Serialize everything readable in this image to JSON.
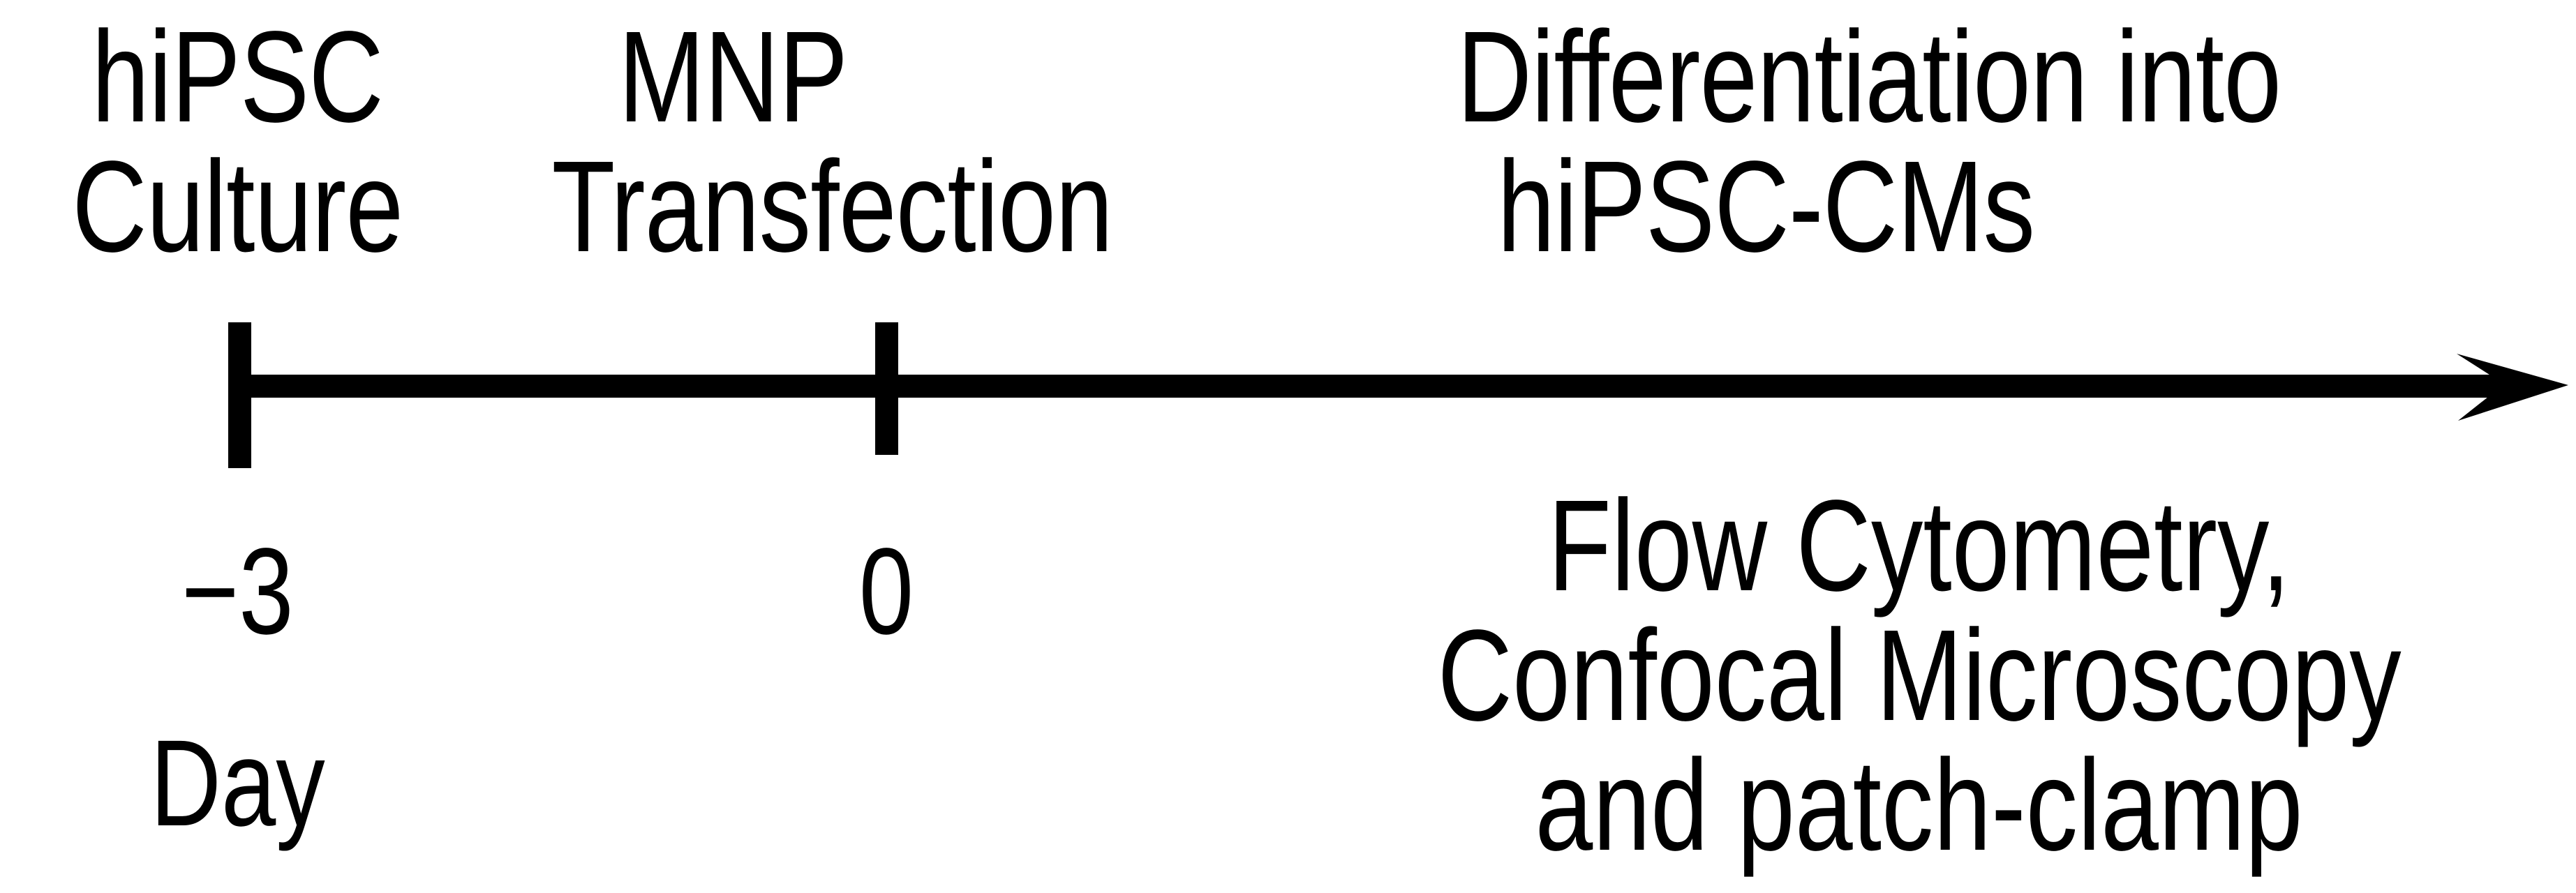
{
  "figure": {
    "type": "experimental-timeline",
    "orientation": "horizontal",
    "axis_label": "Day",
    "background_color": "#ffffff",
    "stroke_color": "#000000"
  },
  "stages": [
    {
      "id": "hipsc-culture",
      "position": "above-axis",
      "lines": [
        "hiPSC",
        "Culture"
      ],
      "tick_day": "-3"
    },
    {
      "id": "mnp-transfection",
      "position": "above-axis",
      "lines": [
        "MNP",
        "Transfection"
      ],
      "tick_day": "0"
    },
    {
      "id": "differentiation",
      "position": "above-axis",
      "lines": [
        "Differentiation into",
        "hiPSC-CMs"
      ],
      "tick_day": null
    }
  ],
  "ticks": [
    {
      "id": "tick-day-minus3",
      "label": "−3",
      "day_value": -3
    },
    {
      "id": "tick-day-0",
      "label": "0",
      "day_value": 0
    }
  ],
  "axis": {
    "label": "Day",
    "arrow_direction": "right",
    "arrow_icon": "arrow-right-icon"
  },
  "readouts": {
    "id": "assay-readouts",
    "position": "below-axis",
    "lines": [
      "Flow Cytometry,",
      "Confocal Microscopy",
      "and patch-clamp"
    ]
  }
}
